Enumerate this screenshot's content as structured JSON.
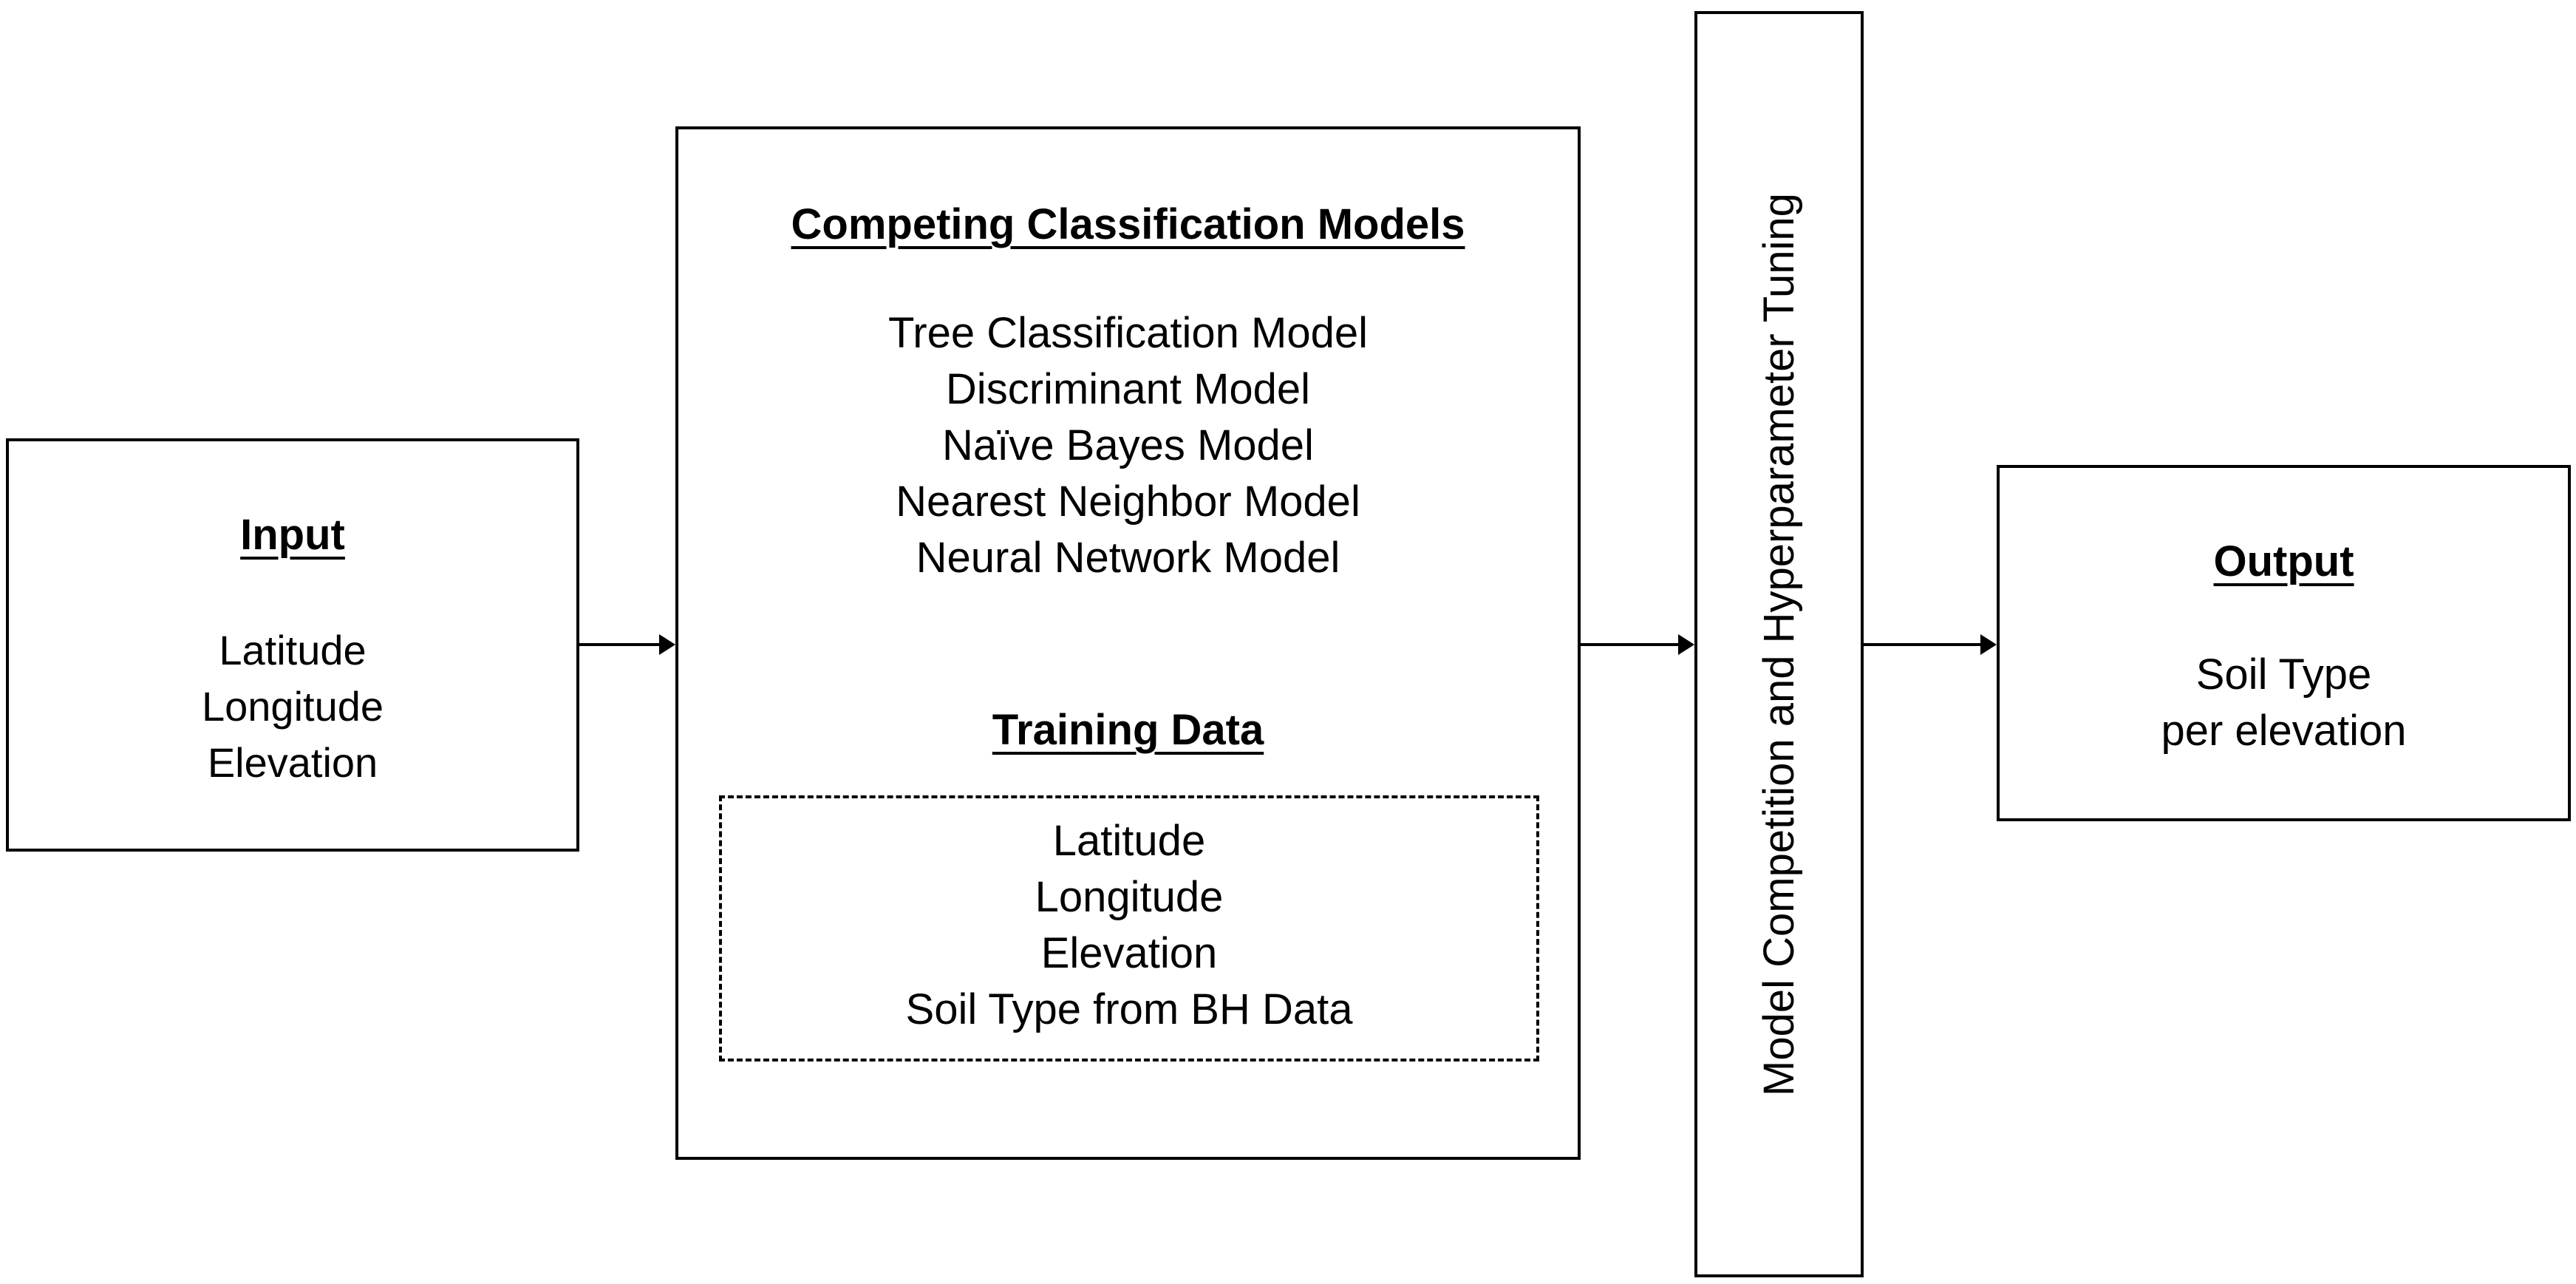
{
  "input": {
    "title": "Input",
    "items": [
      "Latitude",
      "Longitude",
      "Elevation"
    ]
  },
  "models": {
    "title": "Competing Classification Models",
    "items": [
      "Tree Classification Model",
      "Discriminant Model",
      "Naïve Bayes Model",
      "Nearest Neighbor Model",
      "Neural Network Model"
    ]
  },
  "training": {
    "title": "Training Data",
    "items": [
      "Latitude",
      "Longitude",
      "Elevation",
      "Soil Type from BH Data"
    ]
  },
  "competition": {
    "label": "Model Competition and Hyperparameter Tuning"
  },
  "output": {
    "title": "Output",
    "items": [
      "Soil Type",
      "per elevation"
    ]
  }
}
